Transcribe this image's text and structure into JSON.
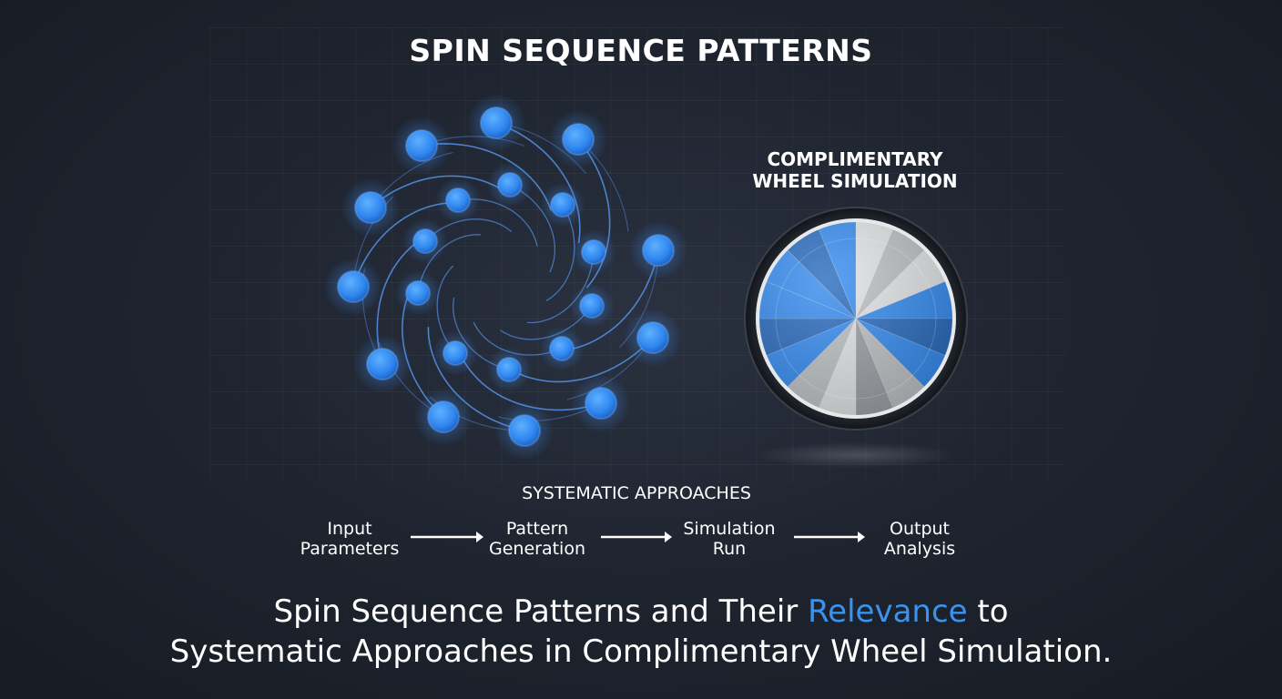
{
  "title": "SPIN SEQUENCE PATTERNS",
  "wheel": {
    "title_line1": "COMPLIMENTARY",
    "title_line2": "WHEEL SIMULATION"
  },
  "approaches": {
    "title": "SYSTEMATIC APPROACHES",
    "steps": [
      {
        "line1": "Input",
        "line2": "Parameters"
      },
      {
        "line1": "Pattern",
        "line2": "Generation"
      },
      {
        "line1": "Simulation",
        "line2": "Run"
      },
      {
        "line1": "Output",
        "line2": "Analysis"
      }
    ]
  },
  "caption": {
    "part1": "Spin Sequence Patterns and Their ",
    "highlight": "Relevance",
    "part2": " to",
    "line2": "Systematic Approaches in Complimentary Wheel Simulation."
  },
  "colors": {
    "accent": "#3a93f0",
    "node": "#3d8cf0",
    "wheel_blue": "#3a8ef0",
    "wheel_gray": "#bfc2c6",
    "background": "#1f2530"
  }
}
